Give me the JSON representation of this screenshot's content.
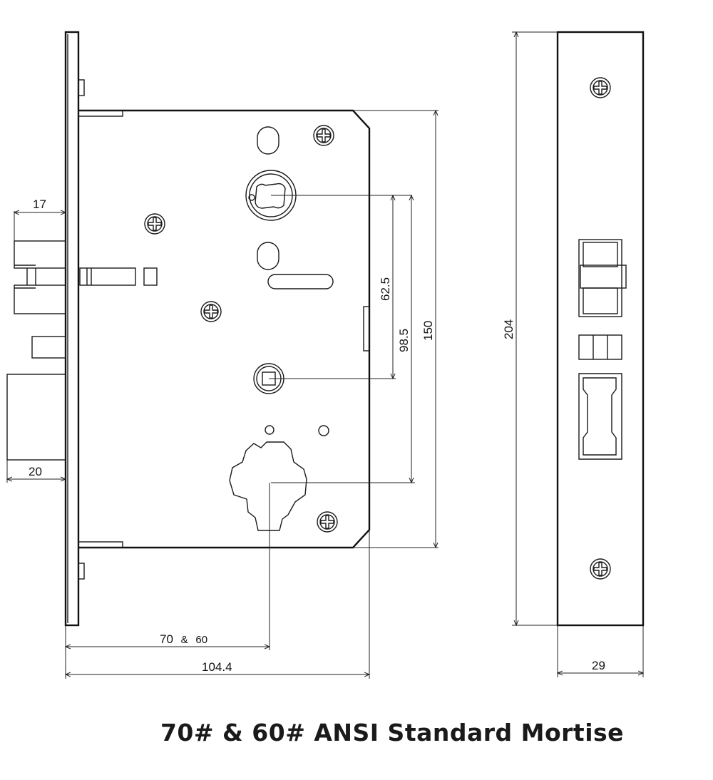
{
  "title": "70# & 60# ANSI Standard Mortise",
  "dimensions": {
    "faceplate_to_latch": "17",
    "faceplate_to_deadbolt": "20",
    "hub_to_cylinder": "62.5",
    "hub_to_lower": "98.5",
    "case_height": "150",
    "backset_prefix": "70",
    "backset_joiner": "&",
    "backset_suffix": "60",
    "case_depth": "104.4",
    "faceplate_height": "204",
    "faceplate_width": "29"
  },
  "colors": {
    "line": "#1a1a1a",
    "background": "#ffffff"
  }
}
